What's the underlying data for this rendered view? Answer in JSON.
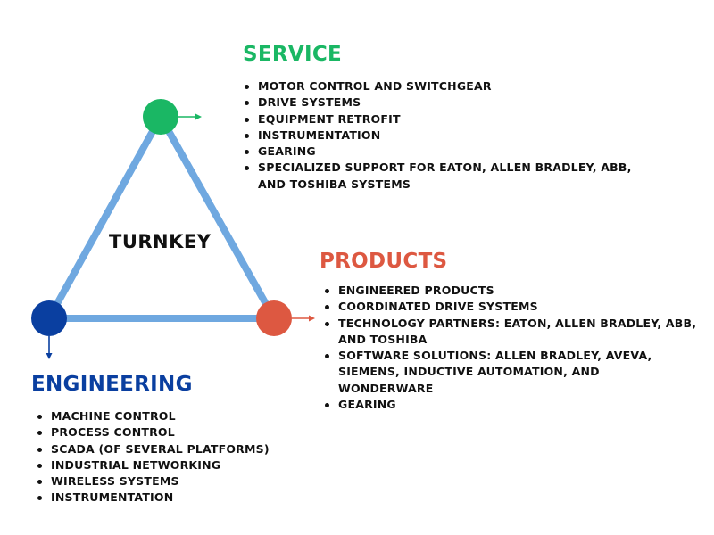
{
  "center_label": "TURNKEY",
  "colors": {
    "triangle": "#6fa8e0",
    "service": "#1ab764",
    "products": "#dd5841",
    "engineering": "#0a3fa0",
    "text": "#111111"
  },
  "service": {
    "heading": "SERVICE",
    "items": [
      "MOTOR CONTROL AND SWITCHGEAR",
      "DRIVE SYSTEMS",
      "EQUIPMENT RETROFIT",
      "INSTRUMENTATION",
      "GEARING",
      "SPECIALIZED SUPPORT FOR EATON, ALLEN BRADLEY, ABB, AND TOSHIBA SYSTEMS"
    ]
  },
  "products": {
    "heading": "PRODUCTS",
    "items": [
      "ENGINEERED PRODUCTS",
      "COORDINATED DRIVE SYSTEMS",
      "TECHNOLOGY PARTNERS: EATON, ALLEN BRADLEY, ABB, AND TOSHIBA",
      "SOFTWARE SOLUTIONS: ALLEN BRADLEY, AVEVA, SIEMENS, INDUCTIVE AUTOMATION, AND WONDERWARE",
      "GEARING"
    ]
  },
  "engineering": {
    "heading": "ENGINEERING",
    "items": [
      "MACHINE CONTROL",
      "PROCESS CONTROL",
      "SCADA (OF SEVERAL PLATFORMS)",
      "INDUSTRIAL NETWORKING",
      "WIRELESS SYSTEMS",
      "INSTRUMENTATION"
    ]
  }
}
